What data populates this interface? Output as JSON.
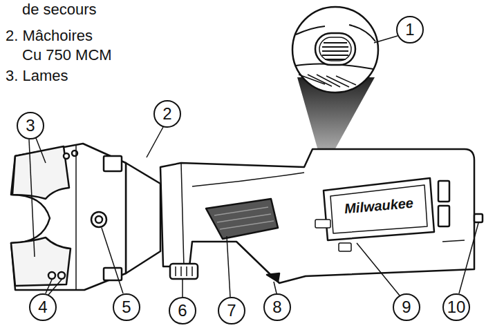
{
  "diagram": {
    "nodes": [
      {
        "text": [
          "1"
        ]
      },
      {
        "text": [
          "2"
        ]
      },
      {
        "text": [
          "3"
        ]
      },
      {
        "text": [
          "4"
        ]
      },
      {
        "text": [
          "5"
        ]
      },
      {
        "text": [
          "6"
        ]
      },
      {
        "text": [
          "7"
        ]
      },
      {
        "text": [
          "8"
        ]
      },
      {
        "text": [
          "9"
        ]
      },
      {
        "text": [
          "10"
        ]
      }
    ],
    "labels": [
      "de secours",
      "2. Mâchoires Cu 750 MCM",
      "3. Lames",
      "Milwaukee"
    ]
  }
}
